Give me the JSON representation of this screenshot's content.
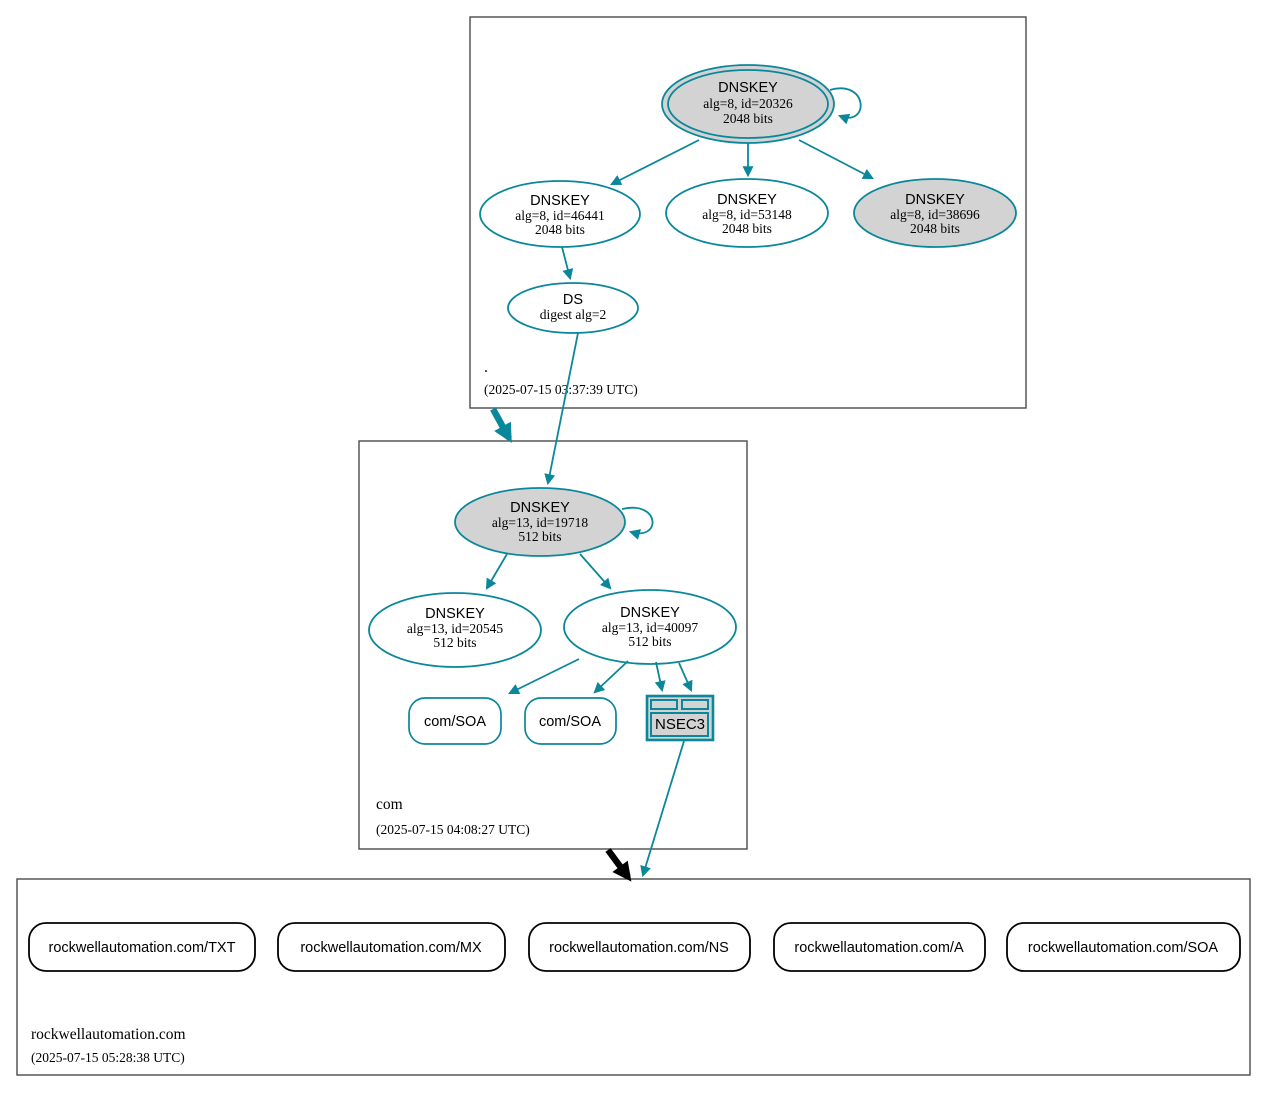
{
  "colors": {
    "secure_teal": "#0a879a",
    "insecure_black": "#000000",
    "node_fill_gray": "#d3d3d3",
    "cluster_border": "#4b4b4b"
  },
  "zones": {
    "root": {
      "label": ".",
      "timestamp": "(2025-07-15 03:37:39 UTC)",
      "nodes": {
        "ksk": {
          "type": "DNSKEY",
          "detail": "alg=8, id=20326",
          "bits": "2048 bits"
        },
        "zsk_46441": {
          "type": "DNSKEY",
          "detail": "alg=8, id=46441",
          "bits": "2048 bits"
        },
        "zsk_53148": {
          "type": "DNSKEY",
          "detail": "alg=8, id=53148",
          "bits": "2048 bits"
        },
        "ksk_38696": {
          "type": "DNSKEY",
          "detail": "alg=8, id=38696",
          "bits": "2048 bits"
        },
        "ds": {
          "type": "DS",
          "detail": "digest alg=2"
        }
      }
    },
    "com": {
      "label": "com",
      "timestamp": "(2025-07-15 04:08:27 UTC)",
      "nodes": {
        "ksk": {
          "type": "DNSKEY",
          "detail": "alg=13, id=19718",
          "bits": "512 bits"
        },
        "zsk_20545": {
          "type": "DNSKEY",
          "detail": "alg=13, id=20545",
          "bits": "512 bits"
        },
        "zsk_40097": {
          "type": "DNSKEY",
          "detail": "alg=13, id=40097",
          "bits": "512 bits"
        },
        "soa_1": {
          "label": "com/SOA"
        },
        "soa_2": {
          "label": "com/SOA"
        },
        "nsec3": {
          "label": "NSEC3"
        }
      }
    },
    "domain": {
      "label": "rockwellautomation.com",
      "timestamp": "(2025-07-15 05:28:38 UTC)",
      "rrsets": [
        {
          "label": "rockwellautomation.com/TXT"
        },
        {
          "label": "rockwellautomation.com/MX"
        },
        {
          "label": "rockwellautomation.com/NS"
        },
        {
          "label": "rockwellautomation.com/A"
        },
        {
          "label": "rockwellautomation.com/SOA"
        }
      ]
    }
  }
}
